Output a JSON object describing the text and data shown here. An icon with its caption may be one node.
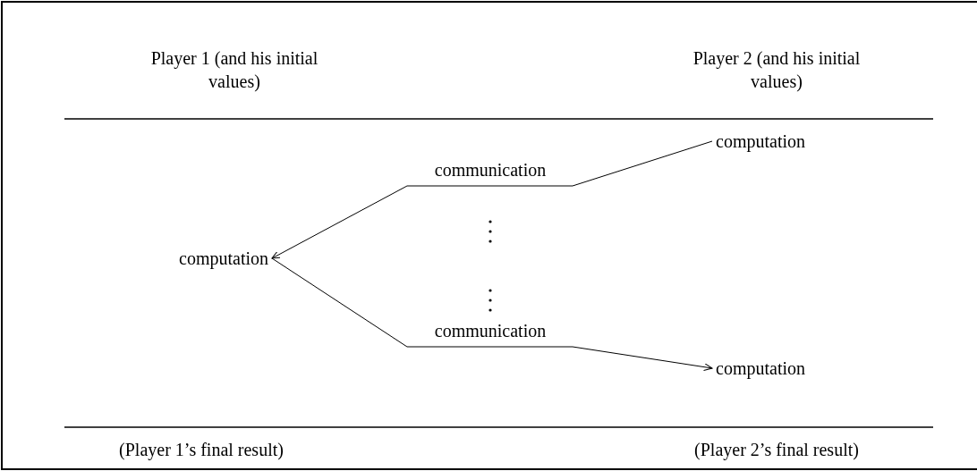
{
  "diagram": {
    "nodes": [
      {
        "text": [
          "Player 1 (and his initial values)"
        ]
      },
      {
        "text": [
          "Player 2 (and his initial values)"
        ]
      },
      {
        "text": [
          "computation"
        ]
      },
      {
        "text": [
          "computation"
        ]
      },
      {
        "text": [
          "computation"
        ]
      },
      {
        "text": [
          "(Player 1’s final result)"
        ]
      },
      {
        "text": [
          "(Player 2’s final result)"
        ]
      }
    ],
    "edges": [
      {
        "from": 2,
        "to": 3,
        "arrow": "to",
        "label": "communication"
      },
      {
        "from": 3,
        "to": 4,
        "arrow": "to",
        "label": "communication"
      }
    ]
  }
}
